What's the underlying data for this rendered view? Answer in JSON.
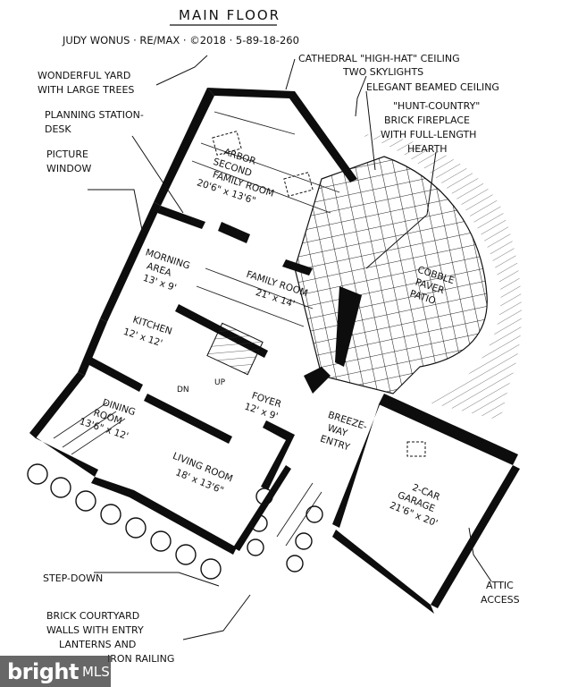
{
  "header": {
    "title": "MAIN FLOOR",
    "credit": "JUDY WONUS · RE/MAX · ©2018 · 5-89-18-260"
  },
  "callouts": {
    "yard": [
      "WONDERFUL YARD",
      "WITH LARGE TREES"
    ],
    "planning": [
      "PLANNING STATION-",
      "DESK"
    ],
    "picture_window": [
      "PICTURE",
      "WINDOW"
    ],
    "ceiling": "CATHEDRAL \"HIGH-HAT\" CEILING",
    "skylights": "TWO SKYLIGHTS",
    "beamed": "ELEGANT BEAMED CEILING",
    "fireplace": [
      "\"HUNT-COUNTRY\"",
      "BRICK FIREPLACE",
      "WITH FULL-LENGTH",
      "HEARTH"
    ],
    "step_down": "STEP-DOWN",
    "courtyard": [
      "BRICK COURTYARD",
      "WALLS WITH ENTRY",
      "LANTERNS AND",
      "IRON RAILING"
    ],
    "attic": [
      "ATTIC",
      "ACCESS"
    ]
  },
  "rooms": {
    "arbor": [
      "ARBOR",
      "SECOND",
      "FAMILY ROOM",
      "20'6\" x 13'6\""
    ],
    "family": [
      "FAMILY ROOM",
      "21' x 14'"
    ],
    "morning": [
      "MORNING",
      "AREA",
      "13' x 9'"
    ],
    "kitchen": [
      "KITCHEN",
      "12' x 12'"
    ],
    "dining": [
      "DINING",
      "ROOM",
      "13'6\" x 12'"
    ],
    "living": [
      "LIVING ROOM",
      "18' x 13'6\""
    ],
    "foyer": [
      "FOYER",
      "12' x 9'"
    ],
    "breezeway": [
      "BREEZE-",
      "WAY",
      "ENTRY"
    ],
    "garage": [
      "2-CAR",
      "GARAGE",
      "21'6\" x 20'"
    ],
    "patio": [
      "COBBLE",
      "PAVER",
      "PATIO"
    ],
    "stair_dn": "DN",
    "stair_up": "UP"
  },
  "watermark": {
    "brand": "bright",
    "suffix": "MLS"
  }
}
